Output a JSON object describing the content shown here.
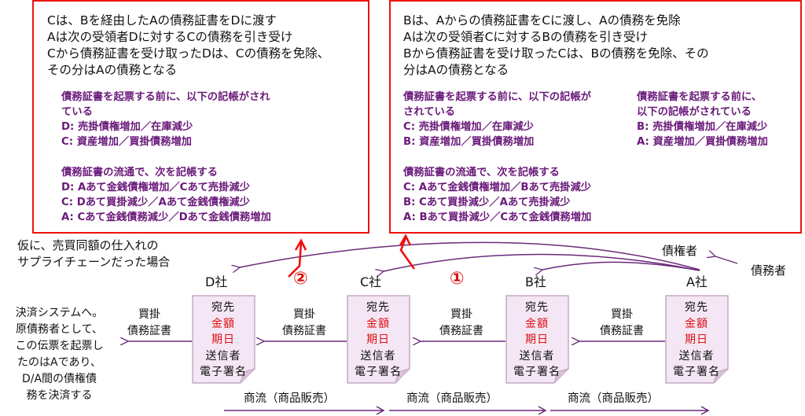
{
  "left_panel": {
    "intro_lines": [
      "Cは、Bを経由したAの債務証書をDに渡す",
      "Aは次の受領者Dに対するCの債務を引き受け",
      "Cから債務証書を受け取ったDは、Cの債務を免除、",
      "その分はAの債務となる"
    ],
    "before_heading": [
      "債務証書を起票する前に、以下の記帳がされ",
      "ている"
    ],
    "before_entries": [
      "D: 売掛債権増加／在庫減少",
      "C: 資産増加／買掛債務増加"
    ],
    "flow_heading": "債務証書の流通で、次を記帳する",
    "flow_entries": [
      "D: Aあて金銭債権増加／Cあて売掛減少",
      "C: Dあて買掛減少／Aあて金銭債権減少",
      "A: Cあて金銭債務減少／Dあて金銭債務増加"
    ]
  },
  "right_panel": {
    "intro_lines": [
      "Bは、Aからの債務証書をCに渡し、Aの債務を免除",
      "Aは次の受領者Cに対するBの債務を引き受け",
      "Bから債務証書を受け取ったCは、Bの債務を免除、その",
      "分はAの債務となる"
    ],
    "before_heading_1": [
      "債務証書を起票する前に、以下の記帳が",
      "されている"
    ],
    "before_entries_1": [
      "C: 売掛債権増加／在庫減少",
      "B: 資産増加／買掛債務増加"
    ],
    "before_heading_2": [
      "債務証書を起票する前に、",
      "以下の記帳がされている"
    ],
    "before_entries_2": [
      "B: 売掛債権増加／在庫減少",
      "A: 資産増加／買掛債務増加"
    ],
    "flow_heading": "債務証書の流通で、次を記帳する",
    "flow_entries": [
      "C: Aあて金銭債権増加／Bあて売掛減少",
      "B: Cあて買掛減少／Aあて売掛減少",
      "A: Bあて買掛減少／Cあて金銭債務増加"
    ]
  },
  "premise": [
    "仮に、売買同額の仕入れの",
    "サプライチェーンだった場合"
  ],
  "legend": {
    "creditor": "債権者",
    "debtor": "債務者"
  },
  "companies": [
    "D社",
    "C社",
    "B社",
    "A社"
  ],
  "step_markers": {
    "step1": "①",
    "step2": "②"
  },
  "document_fields": {
    "addressee": "宛先",
    "amount": "金額",
    "due_date": "期日",
    "sender": "送信者",
    "signature": "電子署名"
  },
  "payable_label": [
    "買掛",
    "債務証書"
  ],
  "commerce_label": "商流（商品販売）",
  "settlement_note": [
    "決済システムへ。",
    "原債務者として、",
    "この伝票を起票し",
    "たのはAであり、",
    "D/A間の債権債",
    "務を決済する"
  ],
  "colors": {
    "box_border": "#ee1111",
    "journal_text": "#6a1a7a",
    "arrow": "#6a2a7a",
    "highlight": "#dd1111",
    "doc_fill": "#f4e6f4"
  }
}
